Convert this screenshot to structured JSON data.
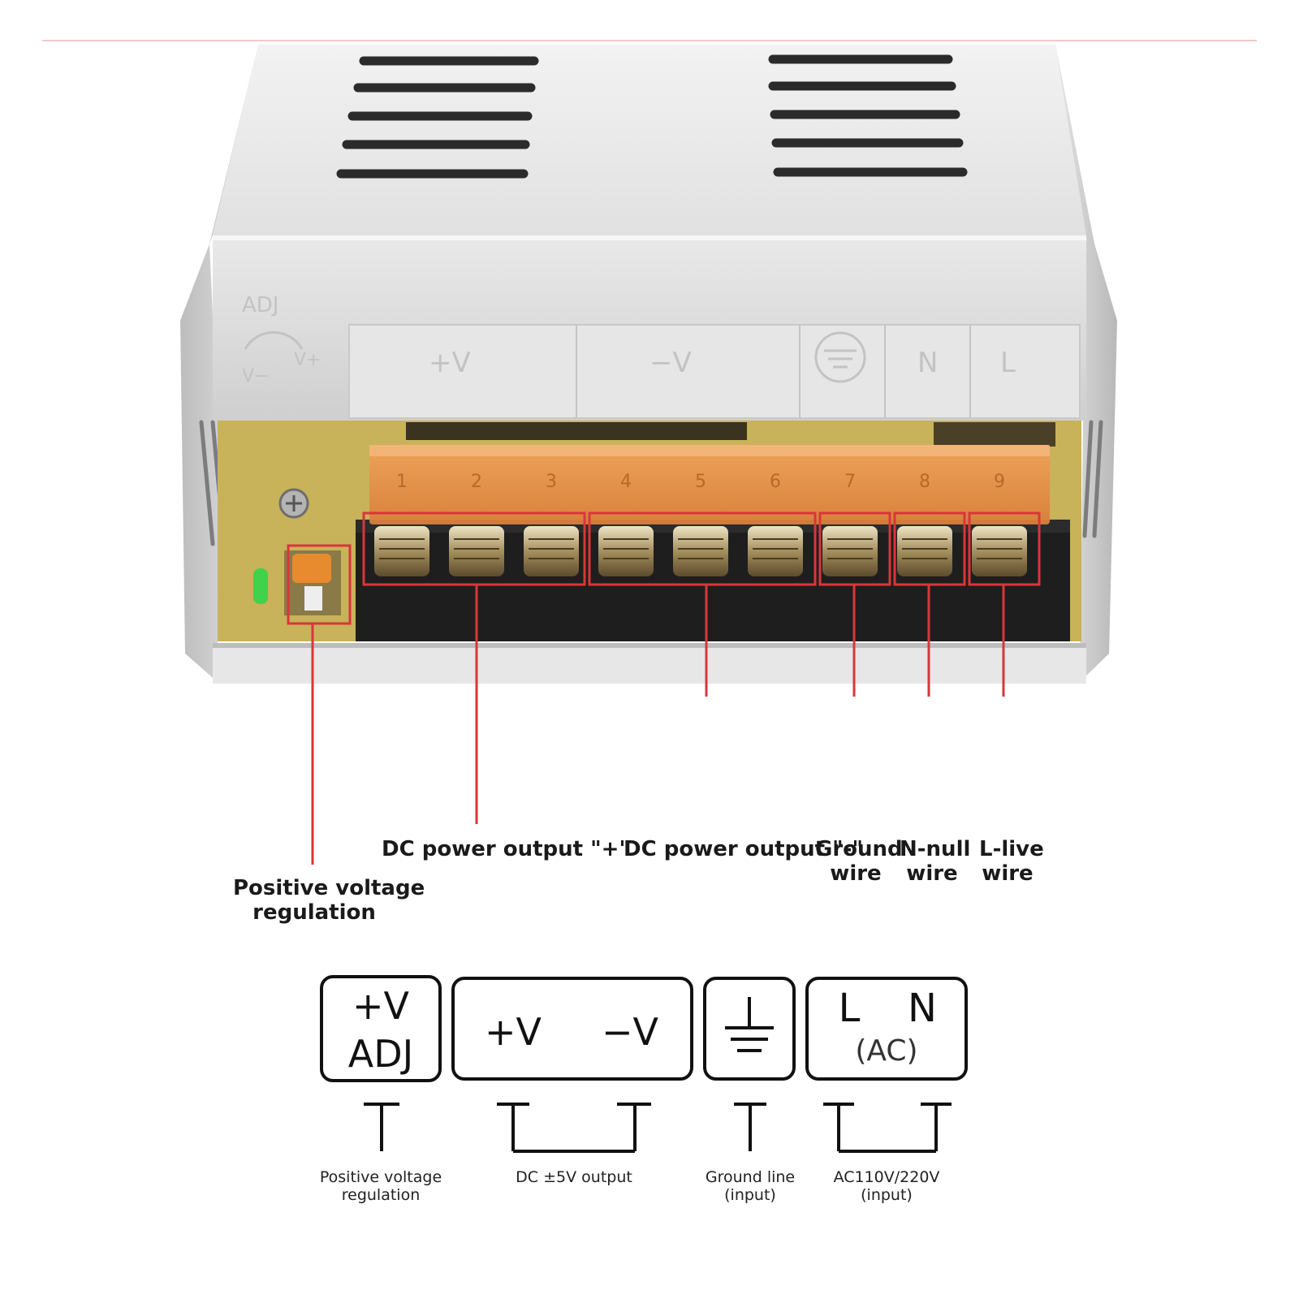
{
  "photo": {
    "embossed_labels": [
      "ADJ",
      "+V",
      "−V",
      "N",
      "L"
    ],
    "adj_marks": [
      "V−",
      "V+"
    ],
    "terminal_numbers": [
      "1",
      "2",
      "3",
      "4",
      "5",
      "6",
      "7",
      "8",
      "9"
    ],
    "colors": {
      "case_silver": "#d9d9d9",
      "pcb": "#c8b25a",
      "terminal_cover": "#e0914a",
      "callout_red": "#d9363a",
      "led_green": "#3fd24a"
    }
  },
  "callouts": {
    "positive_voltage_regulation": [
      "Positive voltage",
      "regulation"
    ],
    "dc_power_output_plus": "DC power output \"+\"",
    "dc_power_output_minus": "DC power output \"-\"",
    "ground_wire": [
      "Ground",
      "wire"
    ],
    "n_null_wire": [
      "N-null",
      "wire"
    ],
    "l_live_wire": [
      "L-live",
      "wire"
    ]
  },
  "legend": {
    "box_adj": {
      "top": "+V",
      "bottom": "ADJ"
    },
    "box_dc": {
      "plus": "+V",
      "minus": "−V"
    },
    "box_ground": {
      "icon": "ground-icon"
    },
    "box_ac": {
      "l": "L",
      "n": "N",
      "ac": "(AC)"
    },
    "captions": {
      "adj": [
        "Positive voltage",
        "regulation"
      ],
      "dc": "DC ±5V output",
      "ground": [
        "Ground line",
        "(input)"
      ],
      "ac": [
        "AC110V/220V",
        "(input)"
      ]
    }
  }
}
